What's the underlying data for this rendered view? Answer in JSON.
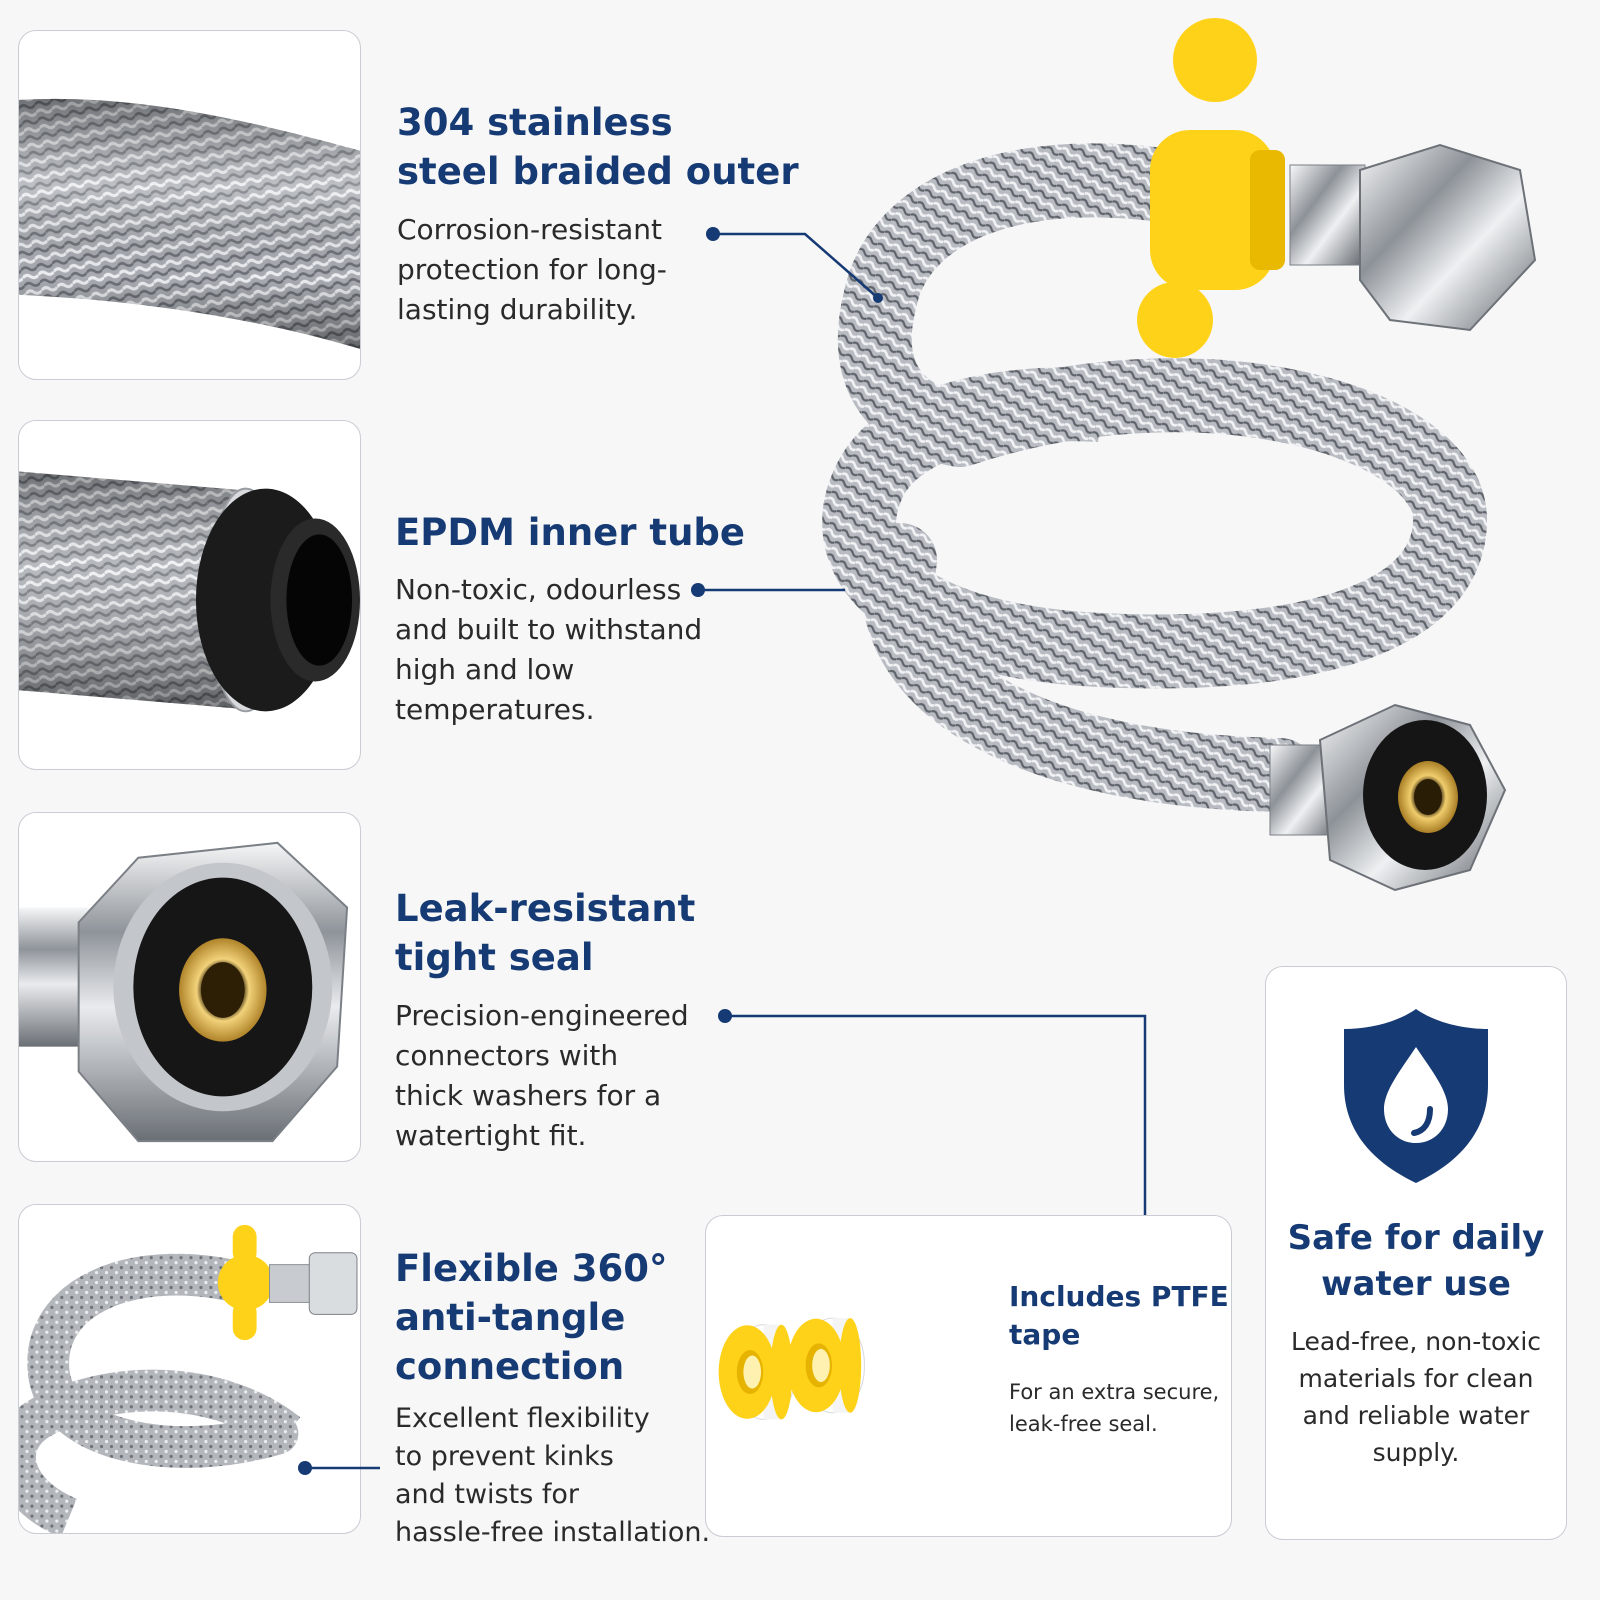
{
  "features": [
    {
      "title_lines": [
        "304 stainless",
        "steel braided outer"
      ],
      "desc_lines": [
        "Corrosion-resistant",
        "protection for long-",
        "lasting durability."
      ],
      "image_icon": "braided-hose-closeup"
    },
    {
      "title_lines": [
        "EPDM inner tube"
      ],
      "desc_lines": [
        "Non-toxic, odourless",
        "and built to withstand",
        "high and low",
        "temperatures."
      ],
      "image_icon": "inner-tube-closeup"
    },
    {
      "title_lines": [
        "Leak-resistant",
        "tight seal"
      ],
      "desc_lines": [
        "Precision-engineered",
        "connectors with",
        "thick washers for a",
        "watertight fit."
      ],
      "image_icon": "connector-nut-closeup"
    },
    {
      "title_lines": [
        "Flexible 360°",
        "anti-tangle",
        "connection"
      ],
      "desc_lines": [
        "Excellent flexibility",
        "to prevent kinks",
        "and twists for",
        "hassle-free installation."
      ],
      "image_icon": "coiled-hose-closeup"
    }
  ],
  "ptfe": {
    "title_lines": [
      "Includes PTFE",
      "tape"
    ],
    "desc_lines": [
      "For an extra secure,",
      "leak-free seal."
    ],
    "image_icon": "ptfe-tape-rolls"
  },
  "safe": {
    "title_lines": [
      "Safe for daily",
      "water use"
    ],
    "desc_lines": [
      "Lead-free, non-toxic",
      "materials for clean",
      "and reliable water",
      "supply."
    ],
    "icon": "shield-water-drop-icon"
  },
  "colors": {
    "accent_navy": "#163a73",
    "connector_line": "#163a73",
    "yellow_cap": "#ffd21a",
    "steel": "#b8bcc2"
  }
}
